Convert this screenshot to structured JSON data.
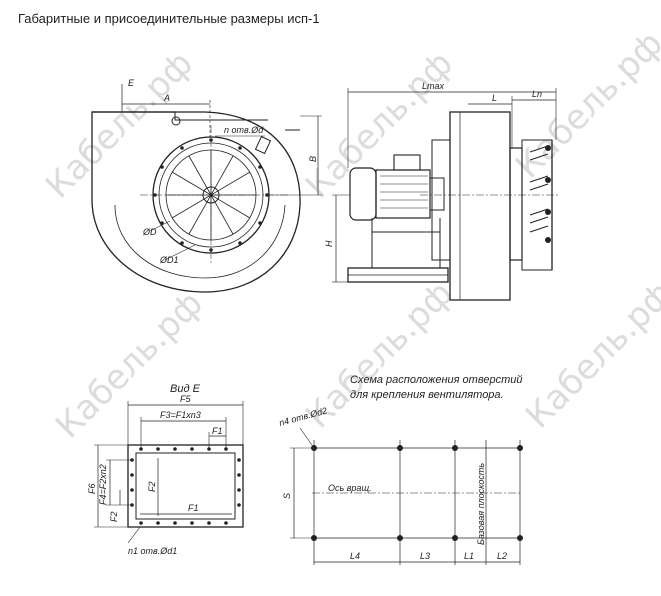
{
  "title": "Габаритные и присоединительные размеры исп-1",
  "watermark": "Кабель.рф",
  "front_view": {
    "labels": {
      "E": "E",
      "A": "A",
      "holes": "n отв.Ød",
      "B": "B",
      "D": "ØD",
      "D1": "ØD1"
    }
  },
  "side_view": {
    "labels": {
      "Lmax": "Lmax",
      "L": "L",
      "Ln": "Ln",
      "H": "H"
    }
  },
  "view_e": {
    "title": "Вид E",
    "labels": {
      "F5": "F5",
      "F3": "F3=F1xn3",
      "F1_top": "F1",
      "F6": "F6",
      "F4": "F4=F2xn2",
      "F2_left": "F2",
      "F2_center": "F2",
      "F1_center": "F1",
      "holes": "n1 отв.Ød1"
    }
  },
  "mount_scheme": {
    "title_line1": "Схема расположения отверстий",
    "title_line2": "для крепления вентилятора.",
    "labels": {
      "holes": "n4 отв.Ød2",
      "S": "S",
      "axis": "Ось вращ.",
      "base": "Базовая плоскость",
      "L4": "L4",
      "L3": "L3",
      "L1": "L1",
      "L2": "L2"
    }
  }
}
